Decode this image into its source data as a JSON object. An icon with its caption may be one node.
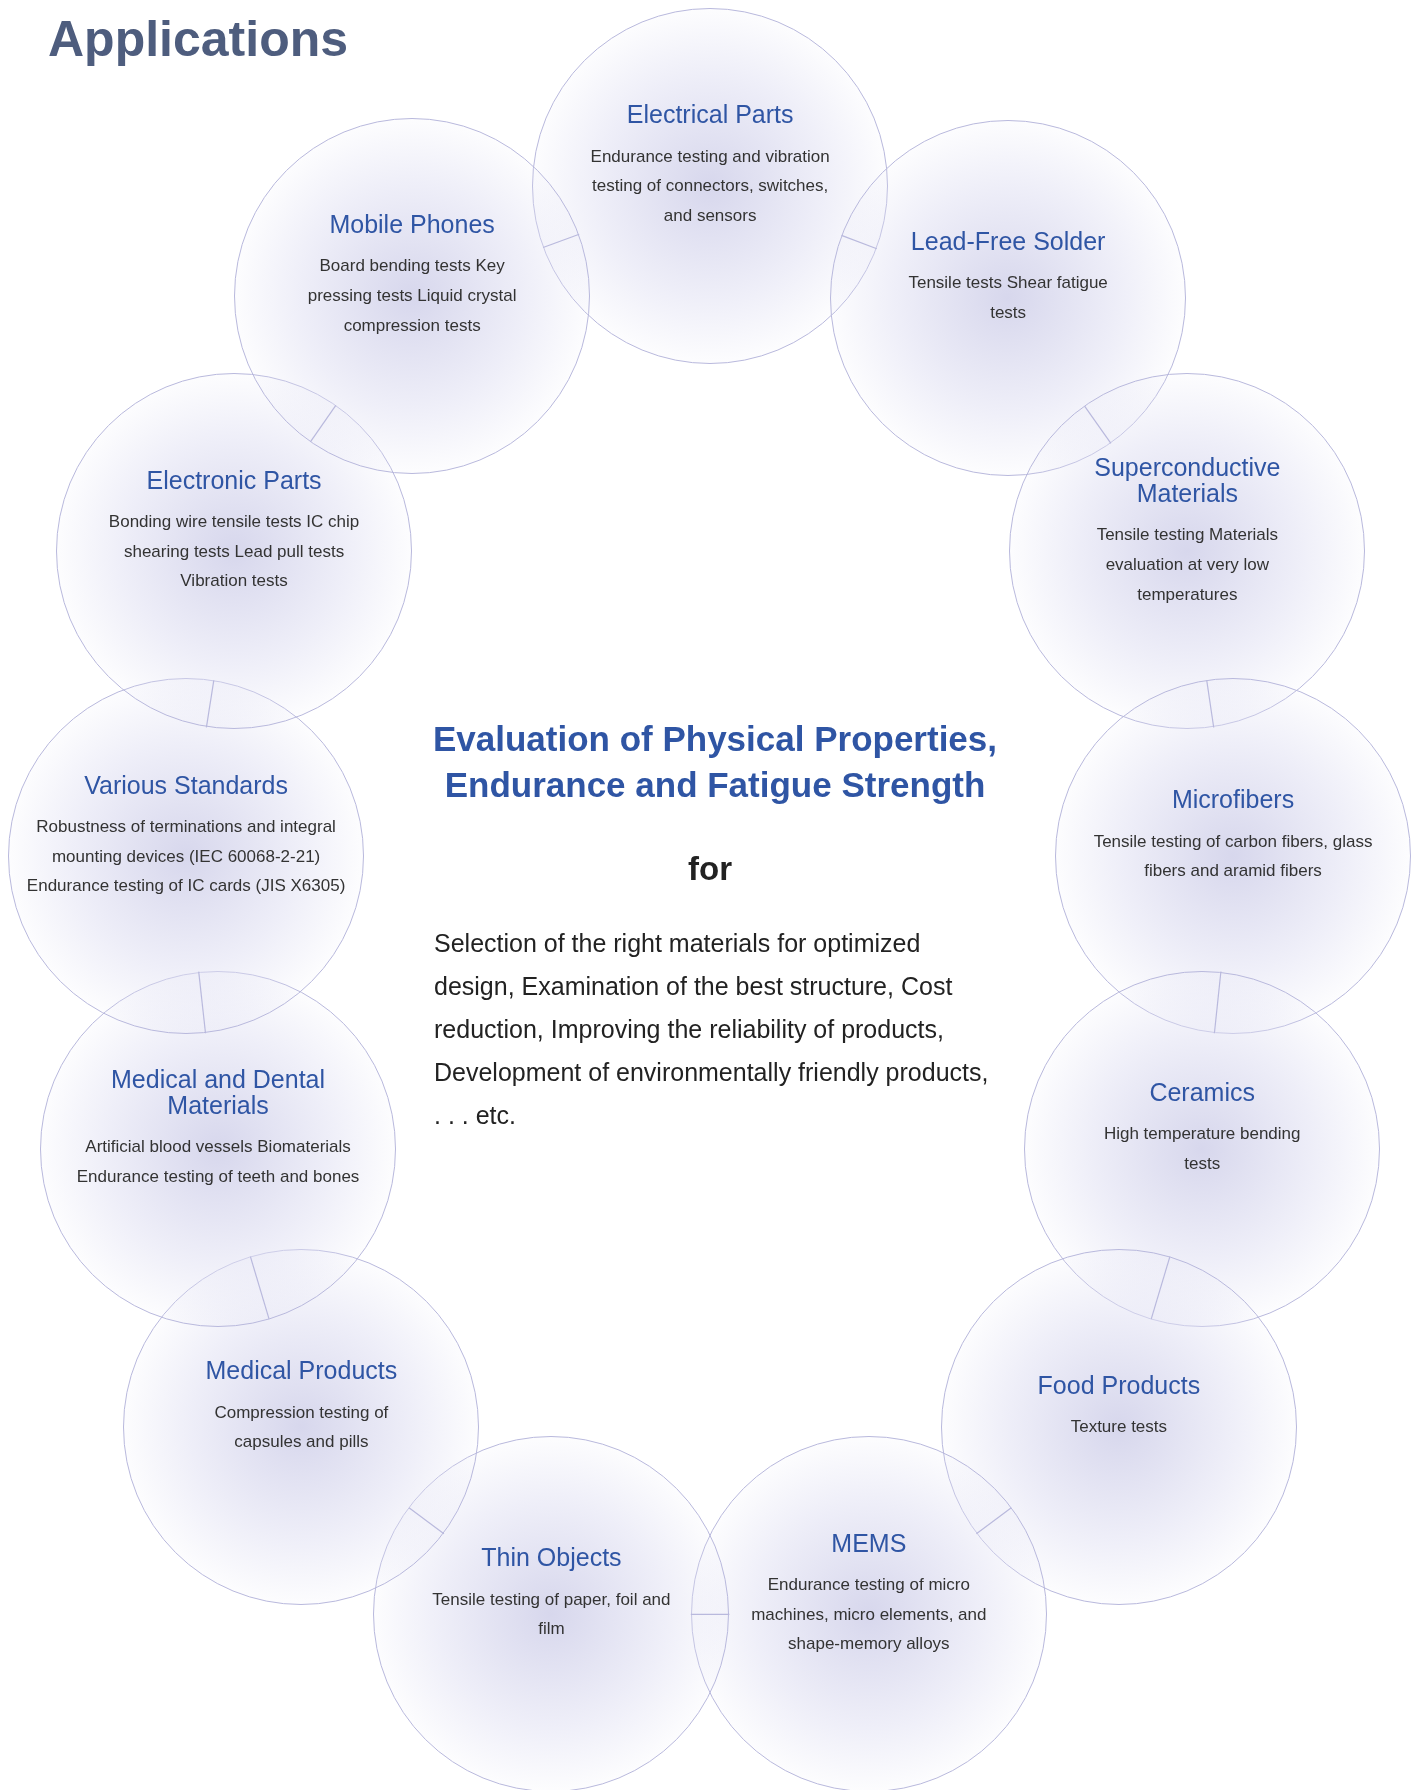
{
  "diagram": {
    "title": "Applications",
    "nodes": [
      {
        "text": [
          "Electrical Parts",
          "Endurance testing and vibration testing of connectors, switches, and sensors"
        ]
      },
      {
        "text": [
          "Lead-Free Solder",
          "Tensile tests Shear fatigue tests"
        ]
      },
      {
        "text": [
          "Superconductive Materials",
          "Tensile testing Materials evaluation at very low temperatures"
        ]
      },
      {
        "text": [
          "Microfibers",
          "Tensile testing of carbon fibers, glass fibers and aramid fibers"
        ]
      },
      {
        "text": [
          "Ceramics",
          "High temperature bending tests"
        ]
      },
      {
        "text": [
          "Food Products",
          "Texture tests"
        ]
      },
      {
        "text": [
          "MEMS",
          "Endurance testing of micro machines, micro elements, and shape-memory alloys"
        ]
      },
      {
        "text": [
          "Thin Objects",
          "Tensile testing of paper, foil and film"
        ]
      },
      {
        "text": [
          "Medical Products",
          "Compression testing of capsules and pills"
        ]
      },
      {
        "text": [
          "Medical and Dental Materials",
          "Artificial blood vessels Biomaterials Endurance testing of teeth and bones"
        ]
      },
      {
        "text": [
          "Various Standards",
          "Robustness of terminations and integral mounting devices (IEC 60068-2-21) Endurance testing of IC cards (JIS X6305)"
        ]
      },
      {
        "text": [
          "Electronic Parts",
          "Bonding wire tensile tests IC chip shearing tests Lead pull tests Vibration tests"
        ]
      },
      {
        "text": [
          "Mobile Phones",
          "Board bending tests Key pressing tests Liquid crystal compression tests"
        ]
      }
    ],
    "edges": [
      {
        "from": 0,
        "to": 1,
        "arrow": "none"
      },
      {
        "from": 1,
        "to": 2,
        "arrow": "none"
      },
      {
        "from": 2,
        "to": 3,
        "arrow": "none"
      },
      {
        "from": 3,
        "to": 4,
        "arrow": "none"
      },
      {
        "from": 4,
        "to": 5,
        "arrow": "none"
      },
      {
        "from": 5,
        "to": 6,
        "arrow": "none"
      },
      {
        "from": 6,
        "to": 7,
        "arrow": "none"
      },
      {
        "from": 7,
        "to": 8,
        "arrow": "none"
      },
      {
        "from": 8,
        "to": 9,
        "arrow": "none"
      },
      {
        "from": 9,
        "to": 10,
        "arrow": "none"
      },
      {
        "from": 10,
        "to": 11,
        "arrow": "none"
      },
      {
        "from": 11,
        "to": 12,
        "arrow": "none"
      },
      {
        "from": 12,
        "to": 0,
        "arrow": "none"
      }
    ],
    "labels": [
      "Evaluation of Physical Properties, Endurance and Fatigue Strength",
      "for",
      "Selection of the right materials for optimized design, Examination of the best structure, Cost reduction, Improving the reliability of products, Development of environmentally friendly products, . . . etc."
    ]
  }
}
